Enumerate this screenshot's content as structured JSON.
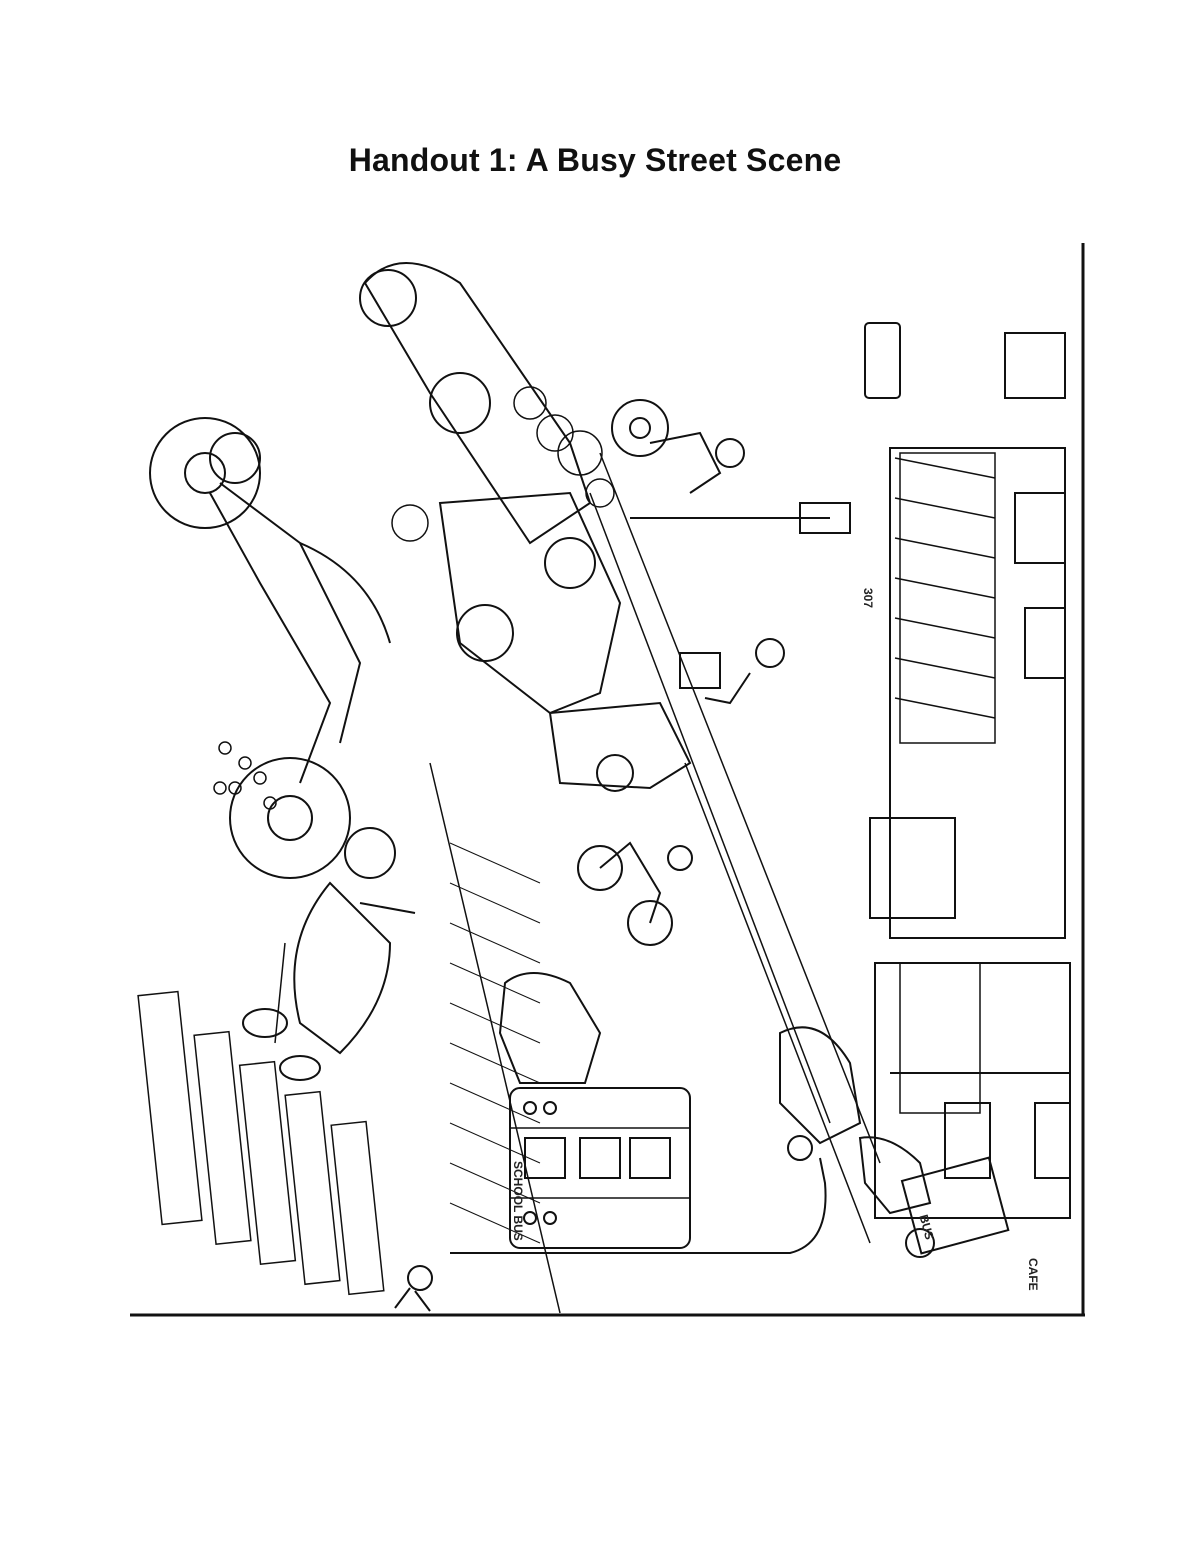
{
  "page": {
    "title": "Handout 1:  A Busy Street Scene"
  },
  "illustration": {
    "signs": {
      "school_bus": "SCHOOL BUS",
      "bus": "BUS",
      "cafe": "CAFE",
      "number": "307"
    }
  }
}
